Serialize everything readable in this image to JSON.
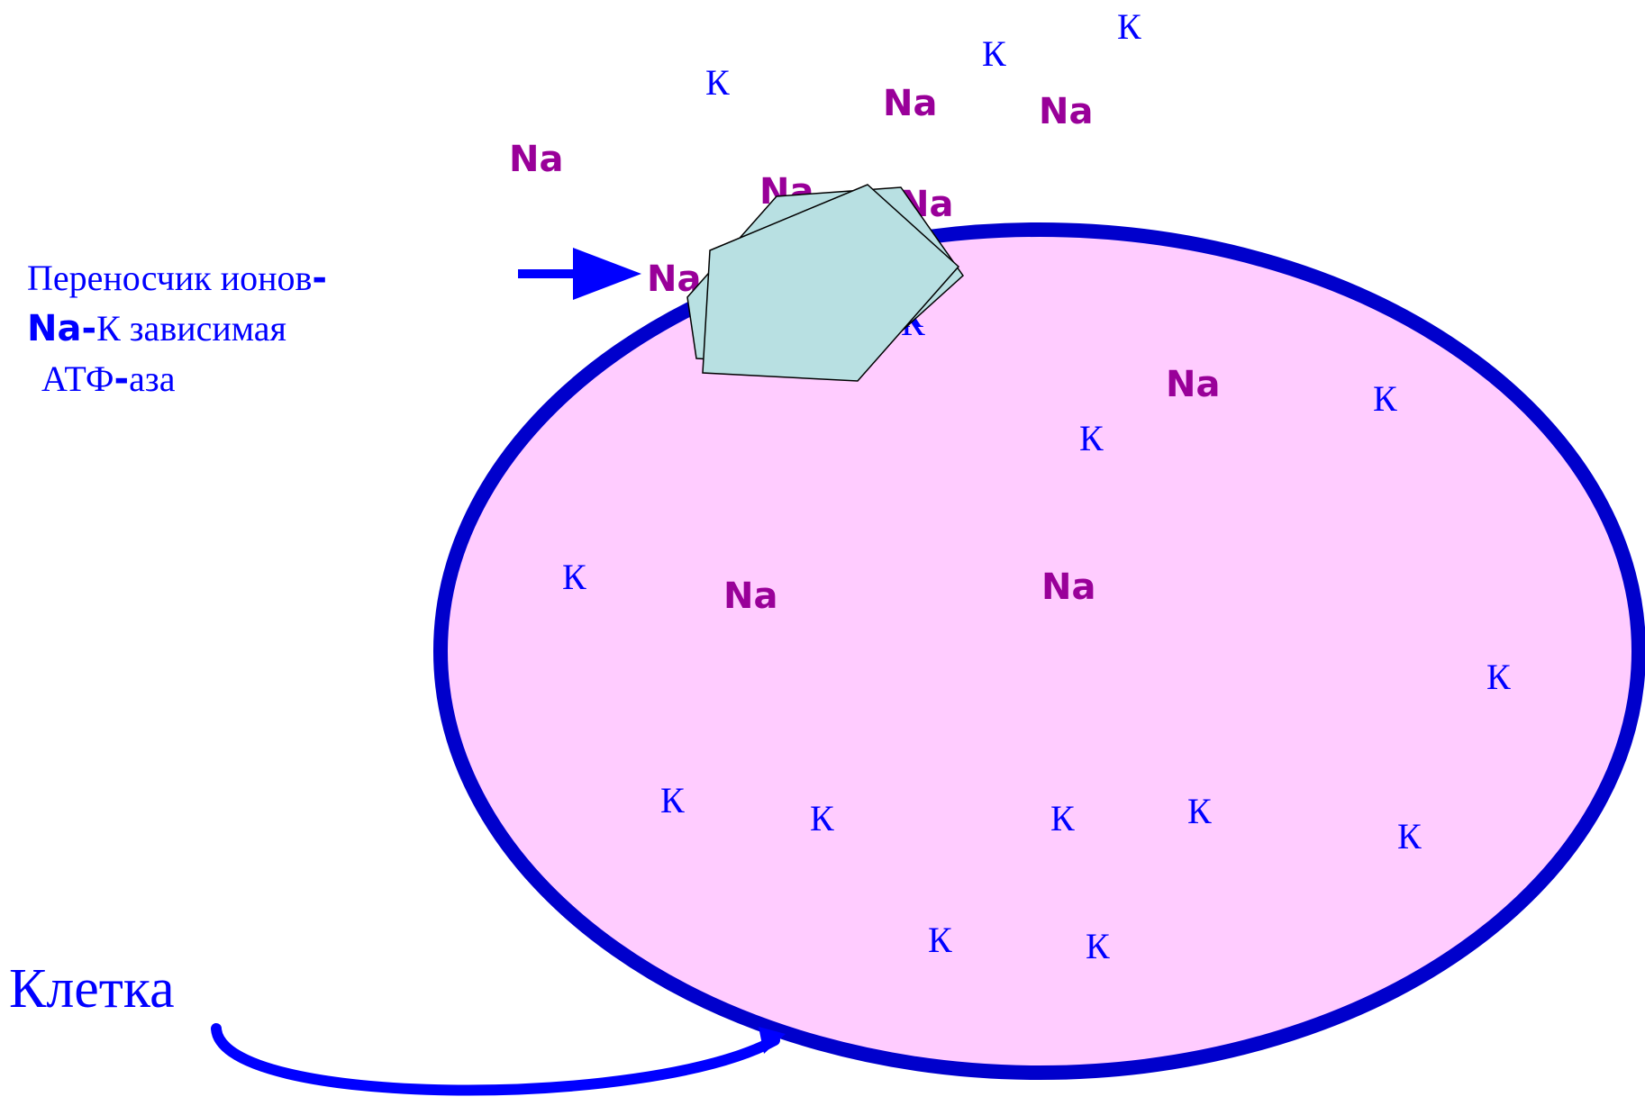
{
  "diagram": {
    "ion_symbols": {
      "sodium": "Na",
      "potassium": "К"
    },
    "carrier_label": {
      "line1_text": "Переносчик ионов",
      "line1_dash": "-",
      "line2_na": "Na-",
      "line2_rest": "К  зависимая",
      "line3_a": "АТФ",
      "line3_dash": "-",
      "line3_b": "аза"
    },
    "cell_label": "Клетка",
    "colors": {
      "cell_fill": "#ffccff",
      "membrane": "#0000cc",
      "sodium": "#990099",
      "potassium": "#0000ff",
      "carrier_fill": "#b8e0e2",
      "arrow": "#0000ff"
    }
  }
}
